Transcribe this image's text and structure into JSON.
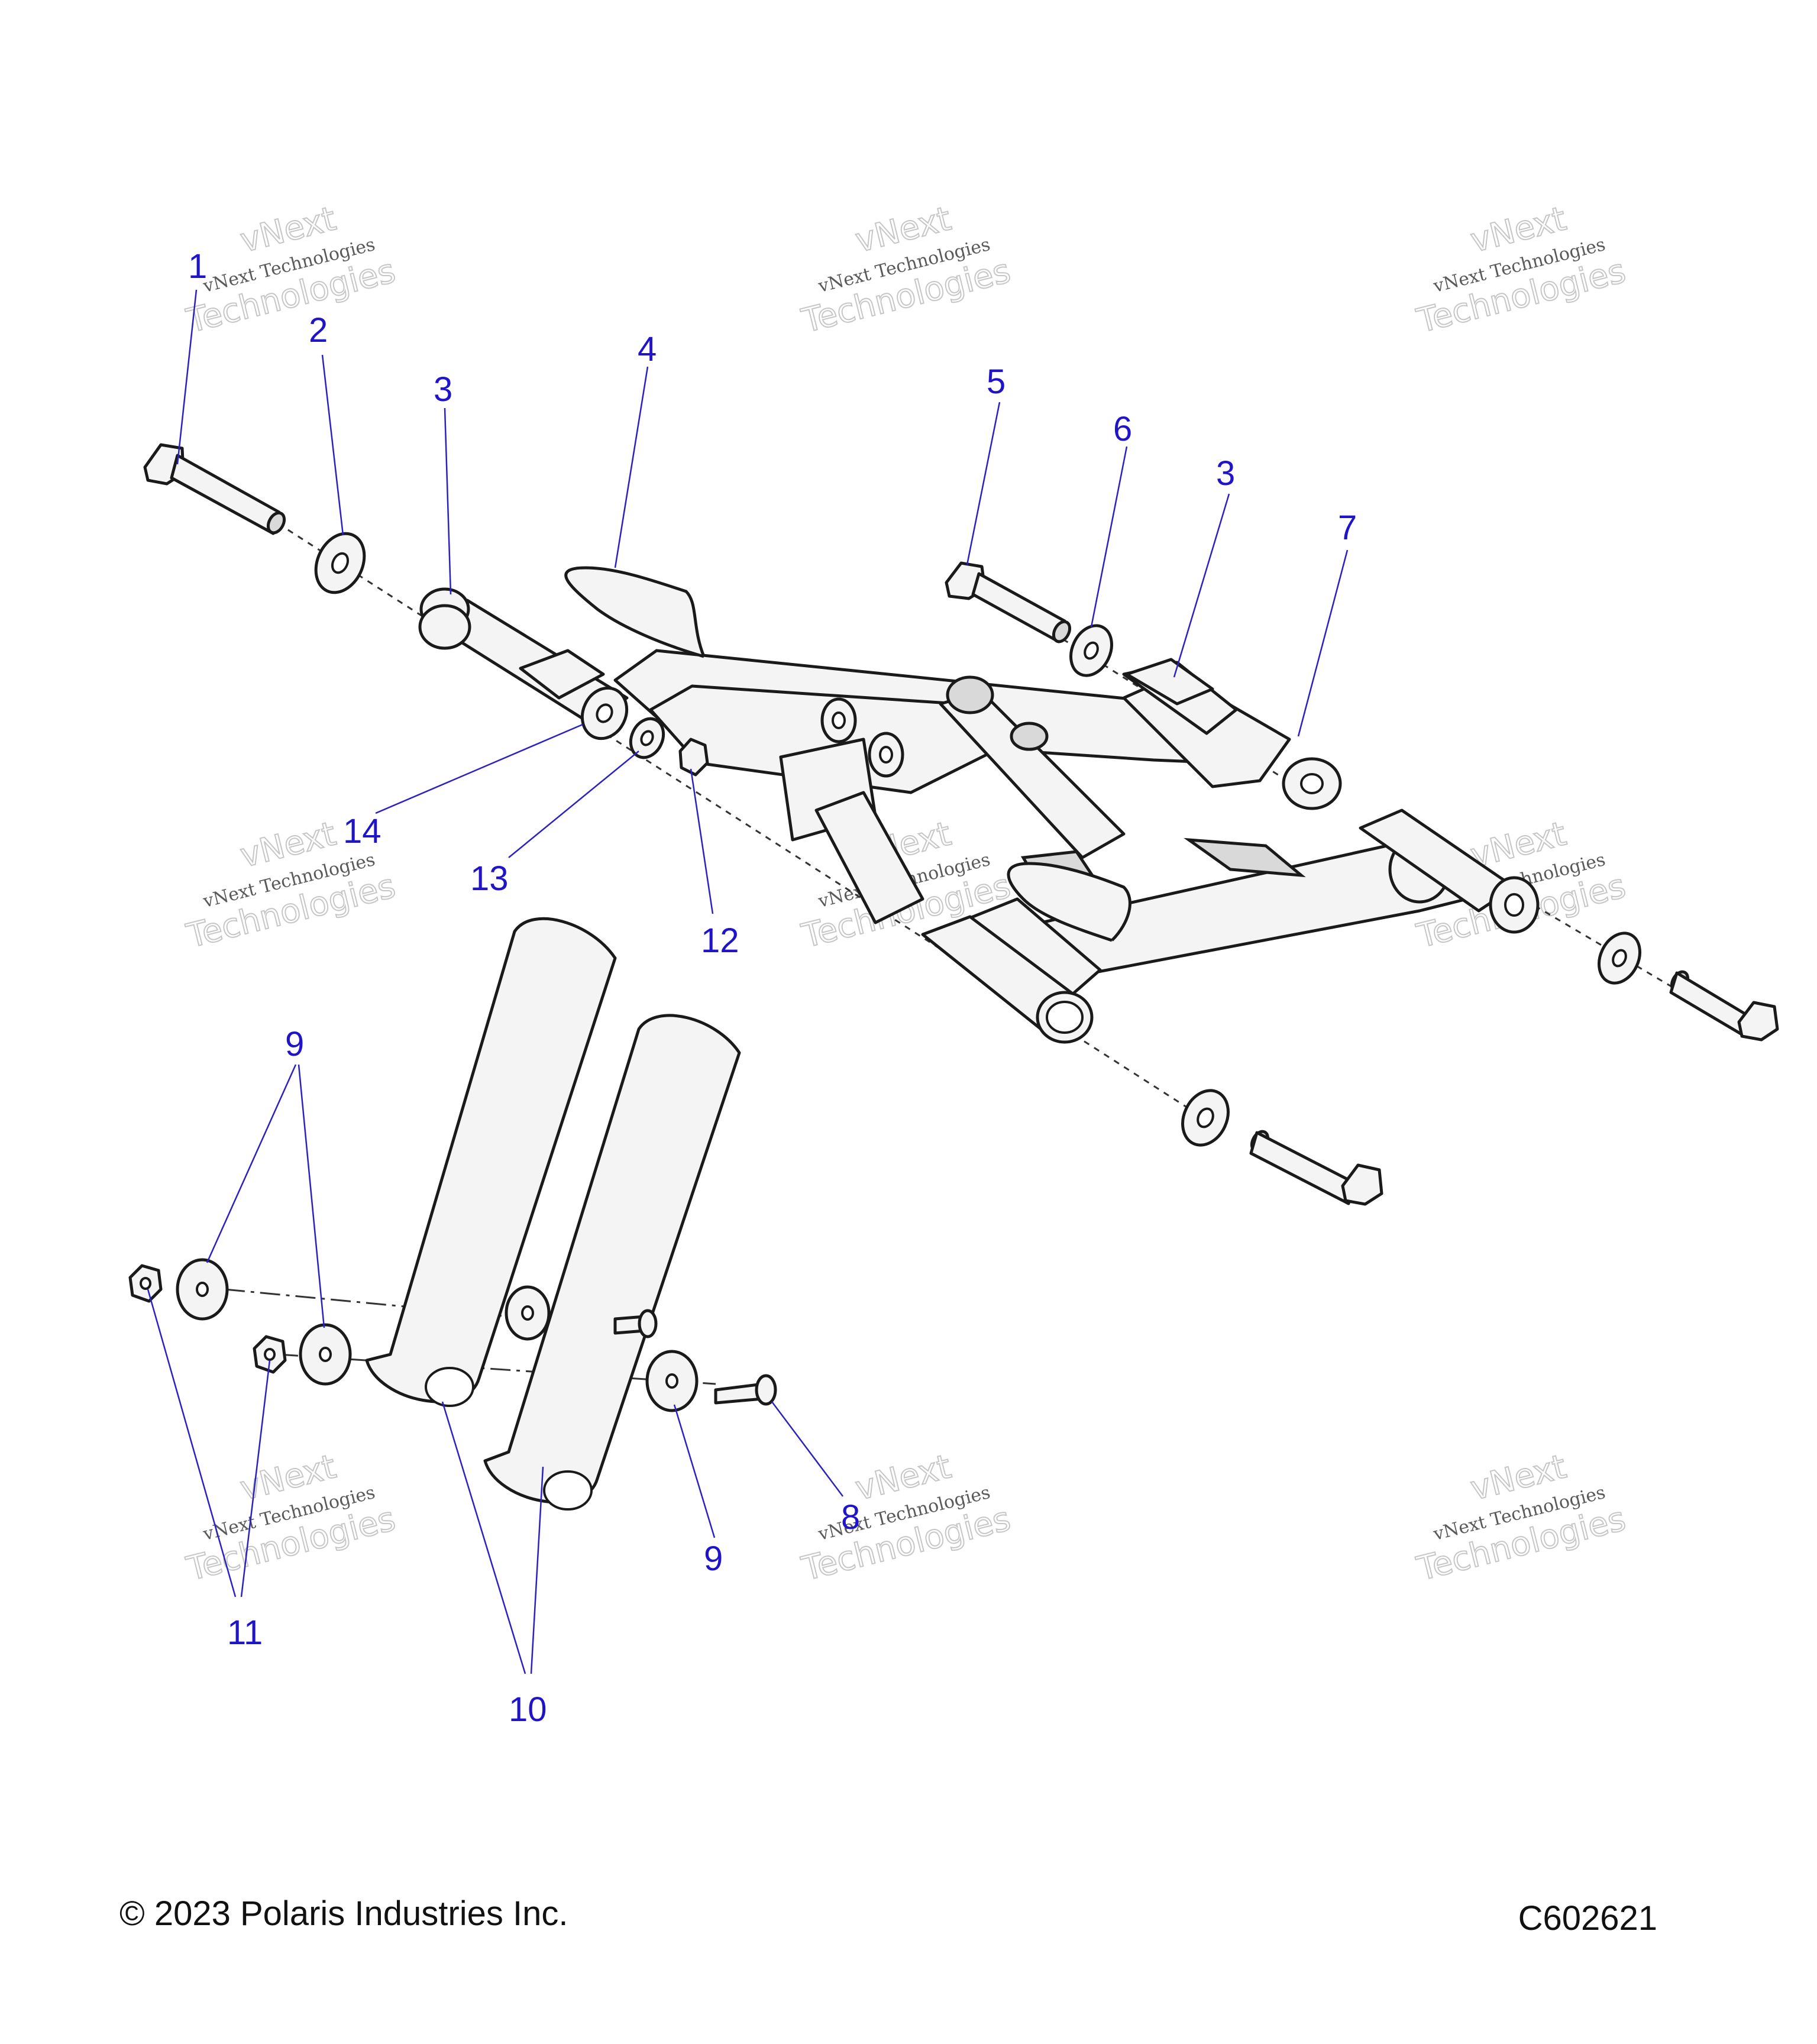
{
  "callouts": [
    {
      "id": "c1",
      "label": "1"
    },
    {
      "id": "c2",
      "label": "2"
    },
    {
      "id": "c3a",
      "label": "3"
    },
    {
      "id": "c4",
      "label": "4"
    },
    {
      "id": "c5",
      "label": "5"
    },
    {
      "id": "c6",
      "label": "6"
    },
    {
      "id": "c3b",
      "label": "3"
    },
    {
      "id": "c7",
      "label": "7"
    },
    {
      "id": "c14",
      "label": "14"
    },
    {
      "id": "c13",
      "label": "13"
    },
    {
      "id": "c12",
      "label": "12"
    },
    {
      "id": "c9a",
      "label": "9"
    },
    {
      "id": "c9b",
      "label": "9"
    },
    {
      "id": "c8",
      "label": "8"
    },
    {
      "id": "c11",
      "label": "11"
    },
    {
      "id": "c10",
      "label": "10"
    }
  ],
  "watermark": {
    "line1": "vNext",
    "line2": "vNext Technologies",
    "line3": "Technologies"
  },
  "footer": {
    "copyright": "© 2023 Polaris Industries Inc.",
    "drawing_number": "C602621"
  },
  "colors": {
    "callout": "#1f14c8",
    "line": "#1a1a1a",
    "part_fill": "#f4f4f4"
  }
}
